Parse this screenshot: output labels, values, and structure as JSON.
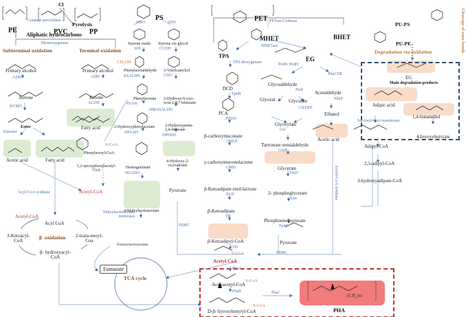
{
  "polymers": {
    "pe": "PE",
    "pvc": "PVC",
    "pp": "PP",
    "ps": "PS",
    "pet": "PET",
    "pu_ps": "PU-PS",
    "pu_pe": "PU-PE",
    "pha": "PHA",
    "subscript_n": "n",
    "cl": "Cl"
  },
  "top_left": {
    "catalase": "Catalase-peroxidase",
    "pyrolysis": "Pyrolysis",
    "aliphatic": "Aliphatic hydrocarbons",
    "monooxygenase": "Monooxygenase",
    "subterminal": "Subterminal oxidation",
    "terminal": "Terminal oxidation"
  },
  "subterminal_path": {
    "primary_alcohol": "Primary alcohol",
    "adh": "ADH",
    "ketone": "Ketone",
    "bvmo": "BVMO",
    "ester": "Ester",
    "esterase": "Esterase",
    "acetic_acid": "Acetic acid",
    "fatty_acid": "Fatty acid",
    "acyl_coa_synthase": "Acyl-CoA synthase"
  },
  "terminal_path": {
    "primary_alcohol": "Primary alcohol",
    "ch2oh": "CH₂OH",
    "adh": "ADH",
    "ketone": "Ketone",
    "aldh": "ALDH",
    "fatty_acid": "Fatty acid"
  },
  "beta_oxidation": {
    "acetyl_coa": "Acetyl-CoA",
    "acyl_coa": "Acyl CoA",
    "title": "β -oxidation",
    "ketoacyl": "3-Ketoacyl-\nCoA",
    "enoyl": "2-trans-enoyl-\nCoa",
    "hydroxyacyl": "β- hydroxyacyl-\nCoA"
  },
  "styrene_path": {
    "smo": "SMO",
    "sdo": "SDO",
    "styrene_oxide": "Styrene oxide",
    "soi": "SOI",
    "styrene_glycol": "Styrene cis-glycol",
    "cgdh": "CGDH",
    "phenylacetaldehyde": "Phenylacetaldehyde",
    "paaldh": "PAALDH",
    "vinylcatechol": "3-Vinylcatechol",
    "cdo": "CDO",
    "phenylacetate": "Phenylacetate",
    "paah": "PAAH",
    "trienoate": "2-Hydroxy-6-oxo-\nocta-2,4,7-trienoate",
    "hmasaldh": "HMASALDH",
    "hydroxyphenylacetate": "2-Hydroxyphenylacetate",
    "hpaah": "HPAAH",
    "dienoate": "2-Hydroxypenta-\n2,4-dienoate",
    "hpdeh": "HPDEH",
    "phenylacetyl_coa": "Phenylacetyl-CoA",
    "s_coa": "S-CoA",
    "epoxy": "1,2-epoxyphenylacetyl-\nCoA",
    "acetyl_coa": "Acetyl-CoA",
    "homogentisate": "Homogentisate",
    "hgado": "HGADO",
    "oxovalerate": "4-Hydroxy-2-\noxovalerate",
    "pyruvate": "Pyruvate",
    "maleylacetoacetate": "4-Maleylacetoacetate",
    "isomerase": "Maleylacetoacetate\nisomerase",
    "fumarylacetoacetate": "Fumarylacetoacetate",
    "pdhc": "PDHC"
  },
  "tca": {
    "fumarate": "Fumarate",
    "cycle": "TCA cycle"
  },
  "pet_path": {
    "petase": "PETase/Cutinase",
    "mhet": "MHET",
    "bhet": "BHET",
    "mhetase": "MHETase",
    "tpa": "TPA",
    "tpa_dioxygenase": "TPA dioxygenase",
    "dcd": "DCD",
    "tphb": "TphB",
    "pca": "PCA",
    "pcdo": "PCDO",
    "carboxymuconate": "β-carboxymuconate",
    "cmle": "CMLE",
    "carboxymuconolactone": "γ-carboxymuconolactone",
    "cmd": "CMD",
    "enol_lactone": "β-Ketoadipate enol-lactone",
    "elh": "ELH",
    "ketoadipate": "β-Ketoadipate",
    "tr": "TR",
    "ketoadipyl_coa": "β-Ketoadipyl-CoA",
    "th": "TH",
    "acetyl_coa": "Acetyl-CoA",
    "s_coa": "S-CoA"
  },
  "eg_path": {
    "eg": "EG",
    "pede": "PedE/ PedH",
    "pducde": "PduCDE",
    "glycoaldehyde": "Glycoaldehyde",
    "pedi": "PedI",
    "acetaldehyde": "Acetaldehyde",
    "pdup": "PduP",
    "glyoxal": "Glyoxal",
    "glycolate": "Glycolate",
    "glcdef": "GlcDEF",
    "ethanol": "Ethanol",
    "glyoxylate": "Glyoxylate",
    "gcl": "Gcl",
    "acetic_acid": "Acetic acid",
    "tartronate": "Tartronate semialdehyde",
    "glxr": "GlxR",
    "glycerate": "Glycerate",
    "ttud": "TtuD",
    "phosphoglycerate": "2- phosphoglycerate",
    "eno": "Eno",
    "pep": "Phosphoenolpyruvate",
    "pykf": "PykF",
    "pyruvate": "Pyruvate",
    "pdhc": "PDHC",
    "acetyl_coa_synthase": "Acetyl-CoA synthase"
  },
  "pu_path": {
    "degradation": "Degradation via oxidation",
    "cleavage": "Cleavage of ester bonds",
    "eg": "EG",
    "main_products": "Main degradation products",
    "adipic_acid": "Adipic acid",
    "butanediol": "1,4-butanediol",
    "succinyl": "Succinyl-CoA transferase",
    "adipyl_coa": "Adipyl-CoA",
    "hydroxybutyrate": "4-hyroxybutyrate",
    "adipyl_23": "2,3-adipyl-CoA",
    "hydroxyadipate": "3-hydroxyadipate-CoA"
  },
  "pha_box": {
    "phaa": "PhaA",
    "acetoacetyl": "Acetoacetyl-CoA",
    "phab": "PhaB",
    "hydroxybutyryl": "D-β- hyroxybutyryl-CoA",
    "phac": "PhaC",
    "ch2m": "(CH₂)m",
    "s_coa": "S-CoA"
  },
  "colors": {
    "enzyme": "#4a6fa5",
    "header": "#8a4b1a",
    "acetyl": "#c0302f",
    "green_box": "#dcebd2",
    "peach_box": "#f8dcc8",
    "pha_box": "#f27c7c",
    "blue_dash": "#2e4c75",
    "red_dash": "#c0302f"
  }
}
